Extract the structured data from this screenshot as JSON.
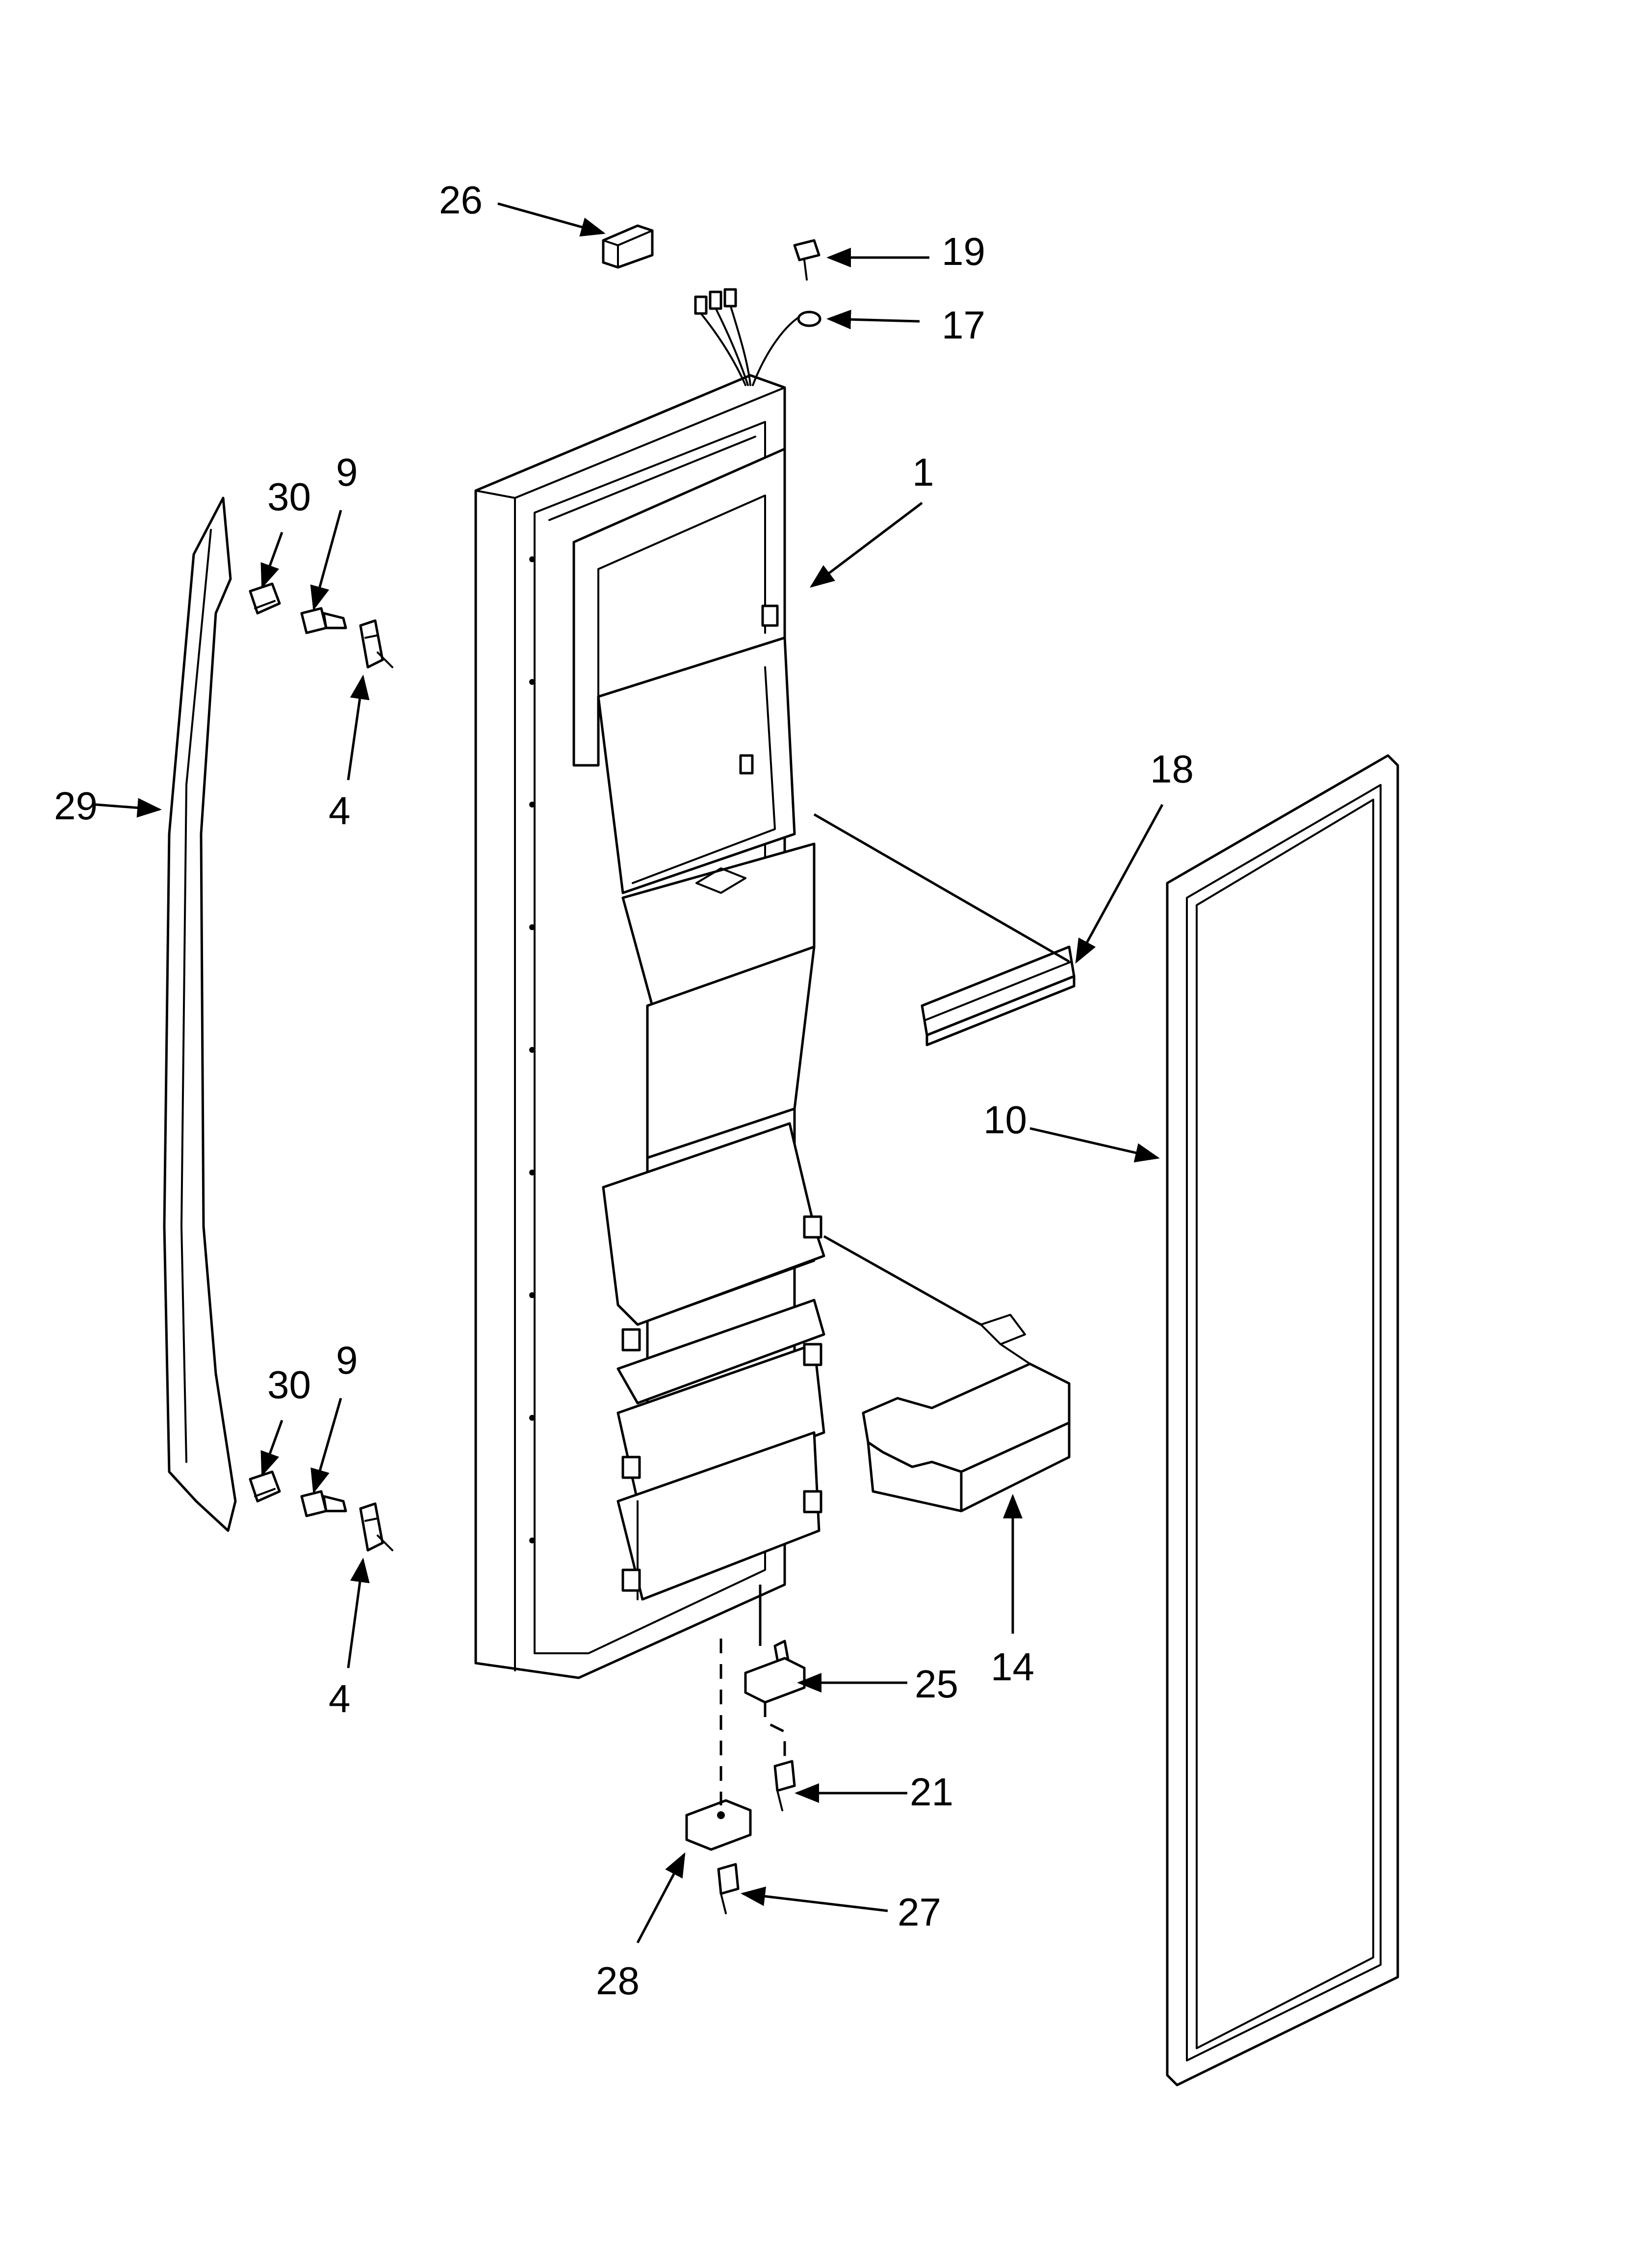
{
  "callouts": {
    "c1": "1",
    "c4_upper": "4",
    "c4_lower": "4",
    "c9_upper": "9",
    "c9_lower": "9",
    "c10": "10",
    "c14": "14",
    "c17": "17",
    "c18": "18",
    "c19": "19",
    "c21": "21",
    "c25": "25",
    "c26": "26",
    "c27": "27",
    "c28": "28",
    "c29": "29",
    "c30_upper": "30",
    "c30_lower": "30"
  },
  "colors": {
    "line": "#000000",
    "background": "#ffffff"
  }
}
